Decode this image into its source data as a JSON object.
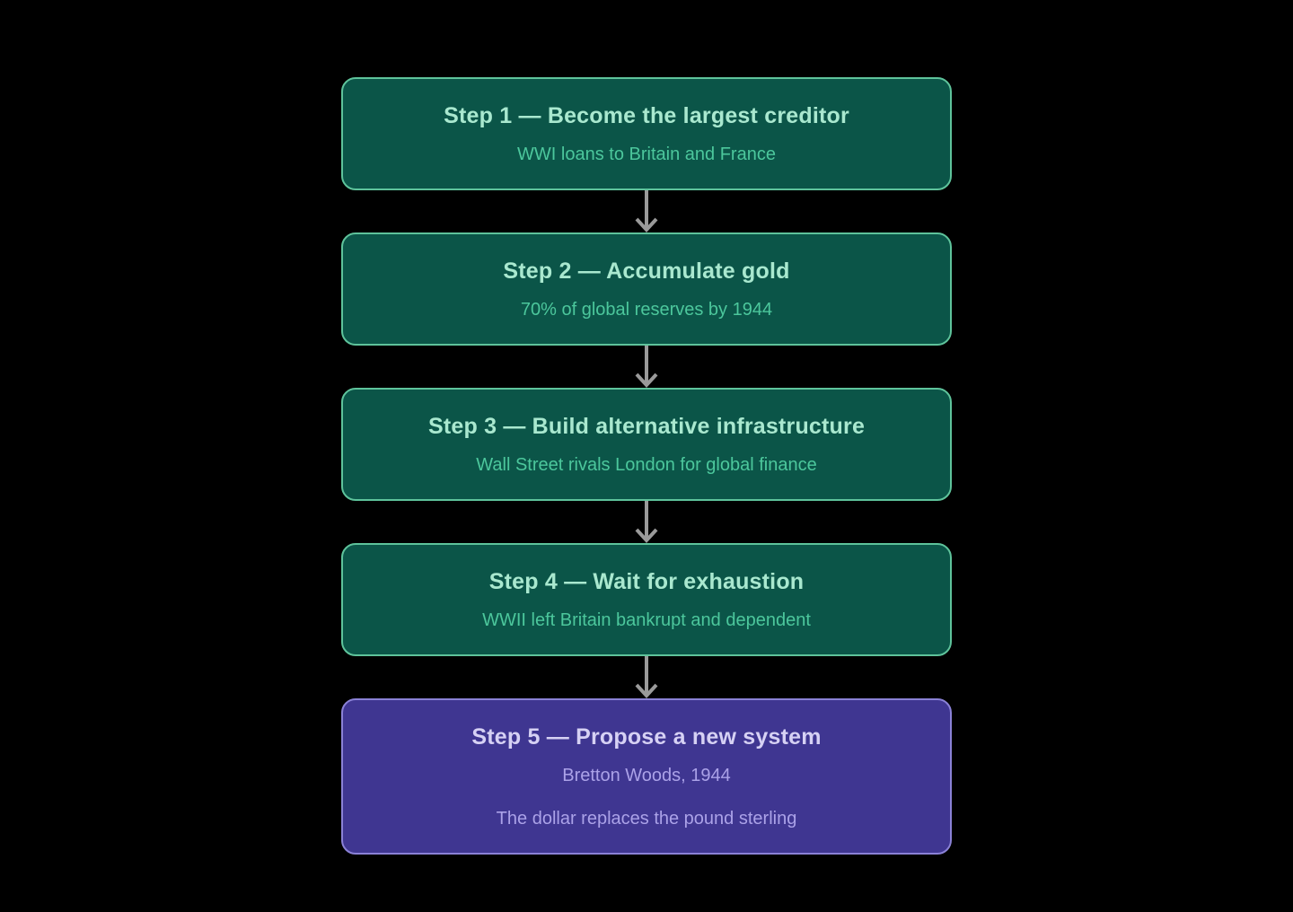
{
  "diagram": {
    "title_theme": "US dollar ascendancy flowchart",
    "steps": [
      {
        "id": 1,
        "variant": "green",
        "title": "Step 1 — Become the largest creditor",
        "subtitles": [
          "WWI loans to Britain and France"
        ]
      },
      {
        "id": 2,
        "variant": "green",
        "title": "Step 2 — Accumulate gold",
        "subtitles": [
          "70% of global reserves by 1944"
        ]
      },
      {
        "id": 3,
        "variant": "green",
        "title": "Step 3 — Build alternative infrastructure",
        "subtitles": [
          "Wall Street rivals London for global finance"
        ]
      },
      {
        "id": 4,
        "variant": "green",
        "title": "Step 4 — Wait for exhaustion",
        "subtitles": [
          "WWII left Britain bankrupt and dependent"
        ]
      },
      {
        "id": 5,
        "variant": "purple",
        "title": "Step 5 — Propose a new system",
        "subtitles": [
          "Bretton Woods, 1944",
          "The dollar replaces the pound sterling"
        ]
      }
    ],
    "colors": {
      "background": "#000000",
      "green_fill": "#0b5548",
      "green_border": "#5ec39b",
      "green_title": "#a9e8cf",
      "green_subtitle": "#4cc79c",
      "purple_fill": "#3f3691",
      "purple_border": "#8a81d6",
      "purple_title": "#d6d1f4",
      "purple_subtitle": "#aba2e8",
      "arrow": "#9a9a9a"
    }
  }
}
